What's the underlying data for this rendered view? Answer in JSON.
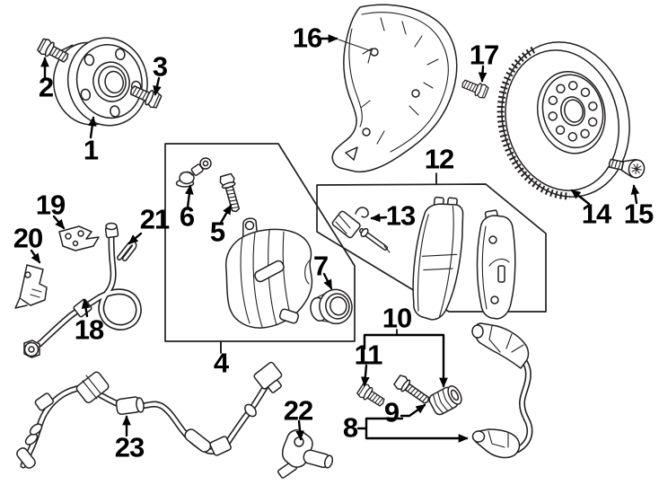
{
  "diagram": {
    "name": "front-disc-brake-exploded-parts-diagram",
    "background_color": "#ffffff",
    "line_color": "#231f20",
    "label_color": "#000000"
  },
  "callouts": [
    {
      "number": "1",
      "part": "wheel-hub-bearing-assembly"
    },
    {
      "number": "2",
      "part": "hub-bolt"
    },
    {
      "number": "3",
      "part": "hub-mounting-bolt"
    },
    {
      "number": "4",
      "part": "brake-caliper-group"
    },
    {
      "number": "5",
      "part": "caliper-guide-bolt"
    },
    {
      "number": "6",
      "part": "bleeder-screw-with-cap"
    },
    {
      "number": "7",
      "part": "piston-dust-boot"
    },
    {
      "number": "8",
      "part": "caliper-mounting-bracket-group"
    },
    {
      "number": "9",
      "part": "guide-pin"
    },
    {
      "number": "10",
      "part": "guide-pin-bushing"
    },
    {
      "number": "11",
      "part": "mounting-bracket-bolt"
    },
    {
      "number": "12",
      "part": "brake-pad-set-group"
    },
    {
      "number": "13",
      "part": "pad-wear-sensor"
    },
    {
      "number": "14",
      "part": "brake-rotor"
    },
    {
      "number": "15",
      "part": "rotor-retaining-screw"
    },
    {
      "number": "16",
      "part": "splash-shield"
    },
    {
      "number": "17",
      "part": "shield-bolt"
    },
    {
      "number": "18",
      "part": "brake-hose"
    },
    {
      "number": "19",
      "part": "hose-bracket-upper"
    },
    {
      "number": "20",
      "part": "hose-bracket-lower"
    },
    {
      "number": "21",
      "part": "hose-clip"
    },
    {
      "number": "22",
      "part": "abs-speed-sensor"
    },
    {
      "number": "23",
      "part": "abs-sensor-wire-harness"
    }
  ]
}
